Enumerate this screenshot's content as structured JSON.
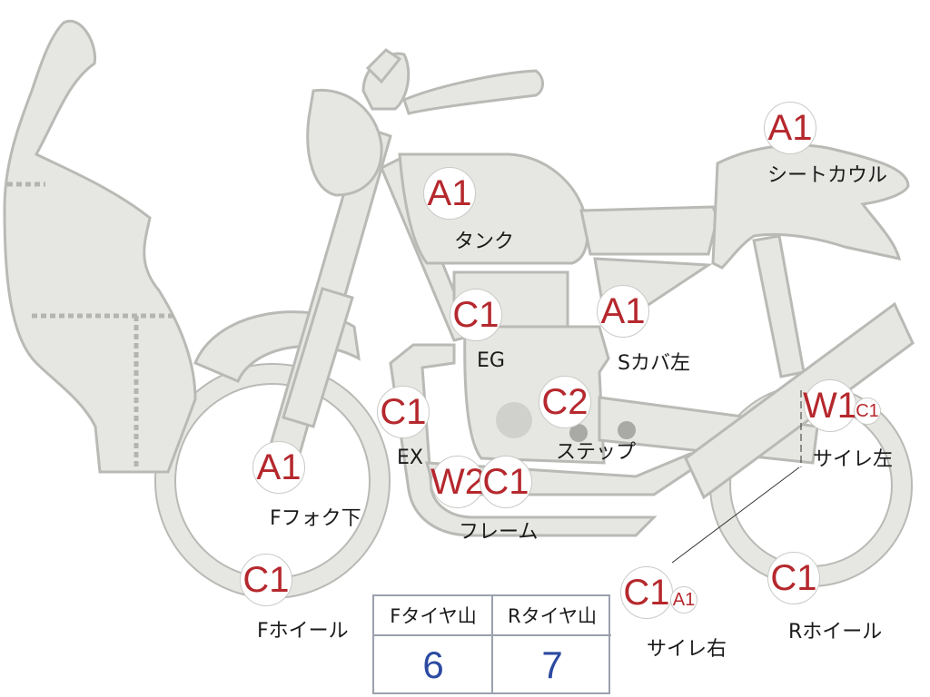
{
  "markers": [
    {
      "id": "seat-cowl",
      "code": "A1",
      "code2": "",
      "label": "シートカウル"
    },
    {
      "id": "tank",
      "code": "A1",
      "code2": "",
      "label": "タンク"
    },
    {
      "id": "engine",
      "code": "C1",
      "code2": "",
      "label": "EG"
    },
    {
      "id": "side-cover-left",
      "code": "A1",
      "code2": "",
      "label": "Sカバ左"
    },
    {
      "id": "exhaust",
      "code": "C1",
      "code2": "",
      "label": "EX"
    },
    {
      "id": "step",
      "code": "C2",
      "code2": "",
      "label": "ステップ"
    },
    {
      "id": "silencer-left",
      "code": "W1",
      "code2": "C1",
      "label": "サイレ左"
    },
    {
      "id": "front-fork-lower",
      "code": "A1",
      "code2": "",
      "label": "Fフォク下"
    },
    {
      "id": "frame",
      "code": "W2",
      "code2": "C1",
      "label": "フレーム"
    },
    {
      "id": "front-wheel",
      "code": "C1",
      "code2": "",
      "label": "Fホイール"
    },
    {
      "id": "silencer-right",
      "code": "C1",
      "code2": "A1",
      "label": "サイレ右"
    },
    {
      "id": "rear-wheel",
      "code": "C1",
      "code2": "",
      "label": "Rホイール"
    }
  ],
  "tire_table": {
    "front_header": "Fタイヤ山",
    "rear_header": "Rタイヤ山",
    "front_value": "6",
    "rear_value": "7"
  },
  "colors": {
    "part_fill": "#e6e6e3",
    "marker_text": "#b5282d",
    "tire_value": "#2b4aa0"
  }
}
